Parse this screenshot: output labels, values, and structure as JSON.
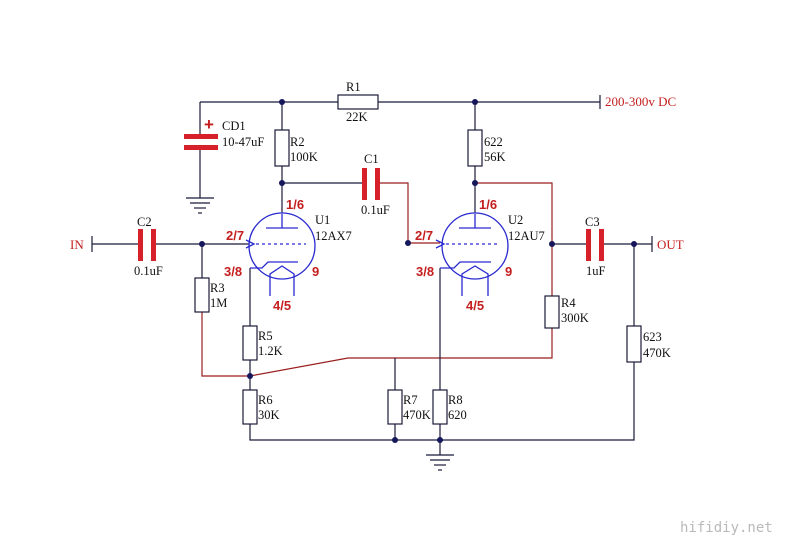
{
  "watermark": "hifidiy.net",
  "supply": {
    "label": "200-300v DC"
  },
  "terminals": {
    "input": "IN",
    "output": "OUT"
  },
  "colors": {
    "wire": "#1a1a3a",
    "capacitor": "#d6202a",
    "tube": "#2a2ad0",
    "pin_label": "#c41e1e"
  },
  "resistors": {
    "r1": {
      "ref": "R1",
      "value": "22K"
    },
    "r2": {
      "ref": "R2",
      "value": "100K"
    },
    "r622": {
      "ref": "622",
      "value": "56K"
    },
    "r3": {
      "ref": "R3",
      "value": "1M"
    },
    "r4": {
      "ref": "R4",
      "value": "300K"
    },
    "r5": {
      "ref": "R5",
      "value": "1.2K"
    },
    "r6": {
      "ref": "R6",
      "value": "30K"
    },
    "r7": {
      "ref": "R7",
      "value": "470K"
    },
    "r8": {
      "ref": "R8",
      "value": "620"
    },
    "r623": {
      "ref": "623",
      "value": "470K"
    }
  },
  "capacitors": {
    "cd1": {
      "ref": "CD1",
      "value": "10-47uF",
      "polarity": "+"
    },
    "c1": {
      "ref": "C1",
      "value": "0.1uF"
    },
    "c2": {
      "ref": "C2",
      "value": "0.1uF"
    },
    "c3": {
      "ref": "C3",
      "value": "1uF"
    }
  },
  "tubes": {
    "u1": {
      "ref": "U1",
      "type": "12AX7",
      "pin_plate": "1/6",
      "pin_grid": "2/7",
      "pin_cathode": "3/8",
      "pin_heater_a": "4/5",
      "pin_heater_b": "9"
    },
    "u2": {
      "ref": "U2",
      "type": "12AU7",
      "pin_plate": "1/6",
      "pin_grid": "2/7",
      "pin_cathode": "3/8",
      "pin_heater_a": "4/5",
      "pin_heater_b": "9"
    }
  }
}
